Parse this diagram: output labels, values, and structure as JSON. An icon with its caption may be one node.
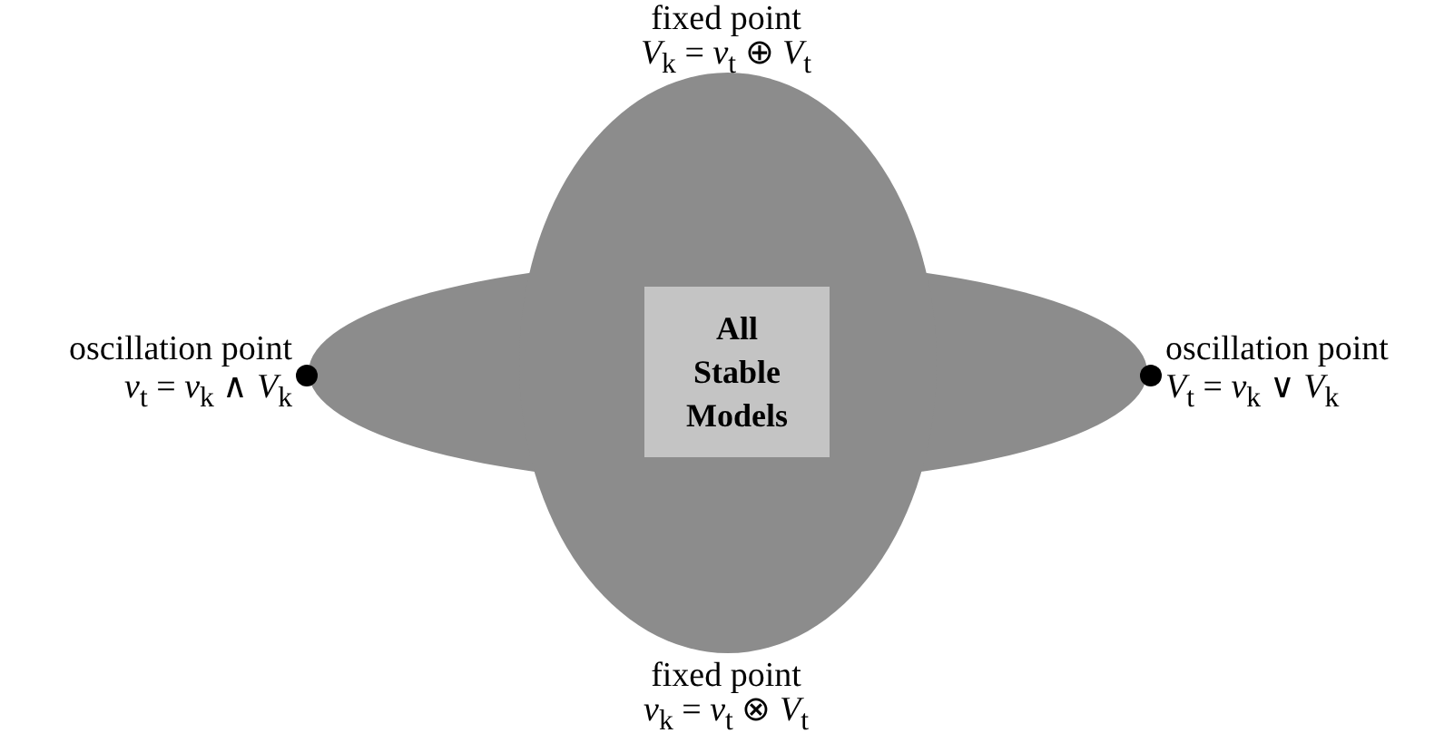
{
  "diagram": {
    "nodes": [
      {
        "text": [],
        "shape": "cloud"
      },
      {
        "text": [
          "All Stable Models"
        ],
        "in": 0
      },
      {
        "text": [],
        "shape": "circle",
        "beside": [
          "oscillation point",
          "*v*$_{t}$ = *v*$_{k}$ ∧ *V*$_{k}$"
        ]
      },
      {
        "text": [],
        "shape": "circle",
        "beside": [
          "oscillation point",
          "*V*$_{t}$ = *v*$_{k}$ ∨ *V*$_{k}$"
        ]
      }
    ],
    "labels": [
      "fixed point",
      "*V*$_{k}$ = *v*$_{t}$ ⊕ *V*$_{t}$",
      "fixed point",
      "*v*$_{k}$ = *v*$_{t}$ ⊗ *V*$_{t}$"
    ]
  }
}
